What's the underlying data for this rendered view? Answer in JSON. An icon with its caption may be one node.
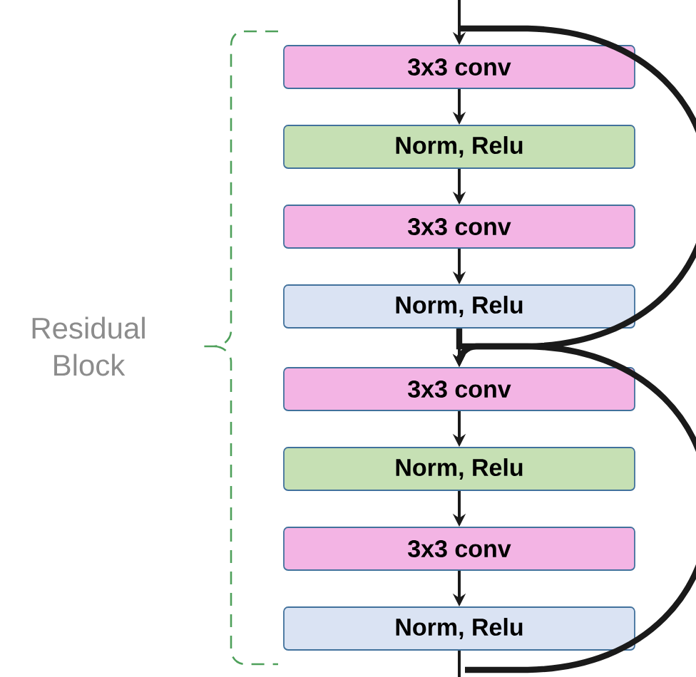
{
  "diagram": {
    "nodes": [
      {
        "text": [
          "3x3 conv"
        ]
      },
      {
        "text": [
          "Norm, Relu"
        ]
      },
      {
        "text": [
          "3x3 conv"
        ]
      },
      {
        "text": [
          "Norm, Relu"
        ]
      },
      {
        "text": [
          "3x3 conv"
        ]
      },
      {
        "text": [
          "Norm, Relu"
        ]
      },
      {
        "text": [
          "3x3 conv"
        ]
      },
      {
        "text": [
          "Norm, Relu"
        ]
      }
    ],
    "edges": [
      {
        "from": null,
        "to": 0,
        "arrow": "to"
      },
      {
        "from": 0,
        "to": 1,
        "arrow": "to"
      },
      {
        "from": 1,
        "to": 2,
        "arrow": "to"
      },
      {
        "from": 2,
        "to": 3,
        "arrow": "to"
      },
      {
        "from": 3,
        "to": 4,
        "arrow": "to"
      },
      {
        "from": 4,
        "to": 5,
        "arrow": "to"
      },
      {
        "from": 5,
        "to": 6,
        "arrow": "to"
      },
      {
        "from": 6,
        "to": 7,
        "arrow": "to"
      },
      {
        "from": 7,
        "to": null,
        "arrow": "none"
      },
      {
        "from": null,
        "to": 4,
        "arrow": "to",
        "style": "thick"
      },
      {
        "from": 3,
        "to": null,
        "arrow": "none",
        "style": "thick"
      }
    ],
    "labels": [
      "Residual Block"
    ]
  }
}
